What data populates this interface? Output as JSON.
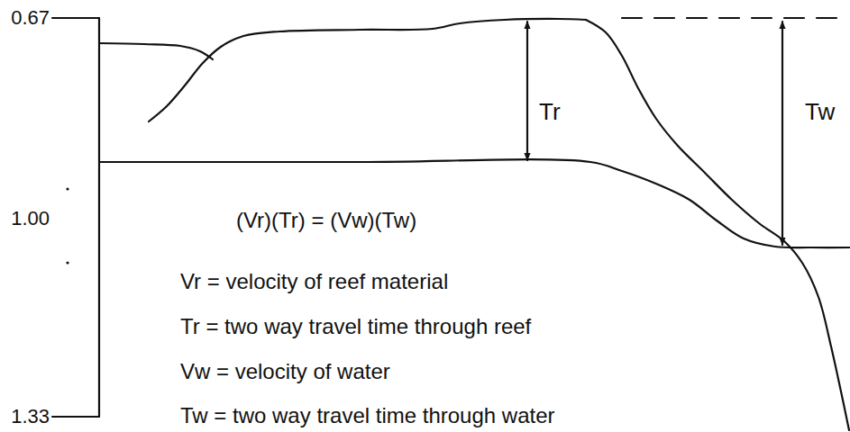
{
  "diagram": {
    "labels": [
      "0.67",
      "1.00",
      "1.33",
      "Tr",
      "Tw",
      "(Vr)(Tr) = (Vw)(Tw)",
      "Vr = velocity of reef material",
      "Tr = two way travel time through reef",
      "Vw = velocity of water",
      "Tw = two way travel time through water"
    ]
  }
}
